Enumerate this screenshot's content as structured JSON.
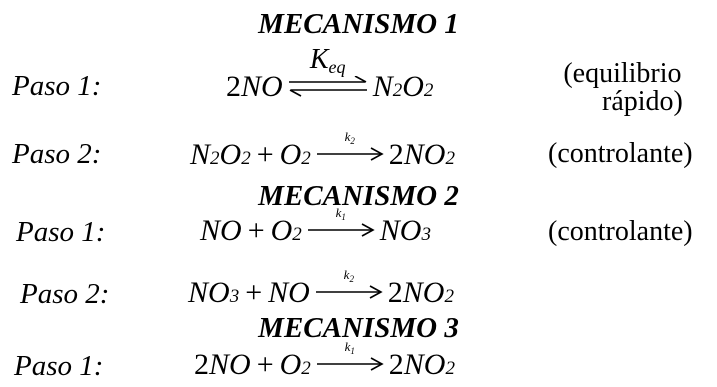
{
  "mecanismo1": {
    "title": "MECANISMO 1",
    "paso1": {
      "label": "Paso 1:",
      "coef": "2",
      "reactant": "NO",
      "rate": "eq",
      "rate_letter": "K",
      "product_a": "N",
      "product_a_sub": "2",
      "product_b": "O",
      "product_b_sub": "2",
      "note_line1": "(equilibrio",
      "note_line2": "rápido)"
    },
    "paso2": {
      "label": "Paso 2:",
      "r1": "N",
      "r1_sub1": "2",
      "r1b": "O",
      "r1_sub2": "2",
      "plus": "+",
      "r2": "O",
      "r2_sub": "2",
      "k_letter": "k",
      "k_sub": "2",
      "coef": "2",
      "product": "NO",
      "product_sub": "2",
      "note": "(controlante)"
    }
  },
  "mecanismo2": {
    "title": "MECANISMO 2",
    "paso1": {
      "label": "Paso 1:",
      "r1": "NO",
      "plus": "+",
      "r2": "O",
      "r2_sub": "2",
      "k_letter": "k",
      "k_sub": "1",
      "product": "NO",
      "product_sub": "3",
      "note": "(controlante)"
    },
    "paso2": {
      "label": "Paso 2:",
      "r1": "NO",
      "r1_sub": "3",
      "plus": "+",
      "r2": "NO",
      "k_letter": "k",
      "k_sub": "2",
      "coef": "2",
      "product": "NO",
      "product_sub": "2"
    }
  },
  "mecanismo3": {
    "title": "MECANISMO 3",
    "paso1": {
      "label": "Paso 1:",
      "coef1": "2",
      "r1": "NO",
      "plus": "+",
      "r2": "O",
      "r2_sub": "2",
      "k_letter": "k",
      "k_sub": "1",
      "coef2": "2",
      "product": "NO",
      "product_sub": "2"
    }
  }
}
